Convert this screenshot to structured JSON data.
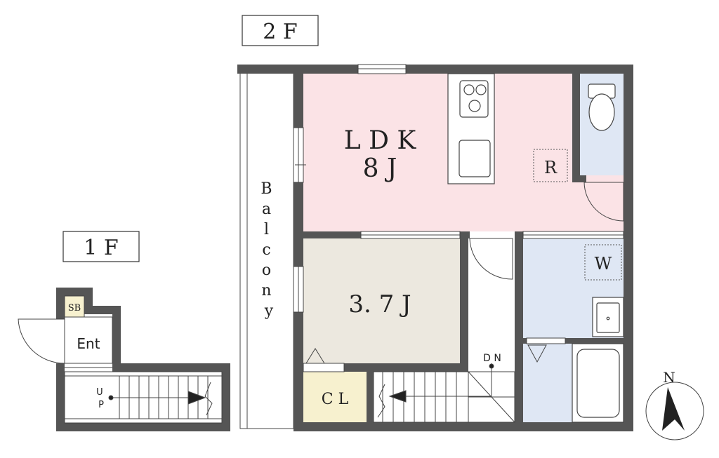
{
  "floors": {
    "second": {
      "label": "2 F"
    },
    "first": {
      "label": "1 F"
    }
  },
  "rooms": {
    "ldk": {
      "name": "L D K",
      "size": "8 J",
      "color": "#fbe3e6"
    },
    "room": {
      "size": "3. 7 J",
      "color": "#ece8df"
    },
    "closet": {
      "name": "C L",
      "color": "#f7f1cf"
    },
    "bath": {
      "color": "#dfe7f4"
    }
  },
  "labels": {
    "balcony": [
      "B",
      "a",
      "l",
      "c",
      "o",
      "n",
      "y"
    ],
    "refrigerator": "R",
    "washer": "W",
    "down": "D N",
    "up": [
      "U",
      "P"
    ],
    "entrance": "Ent",
    "shoe_box": "SB",
    "north": "N"
  },
  "colors": {
    "wall": "#555555",
    "line": "#333333"
  }
}
